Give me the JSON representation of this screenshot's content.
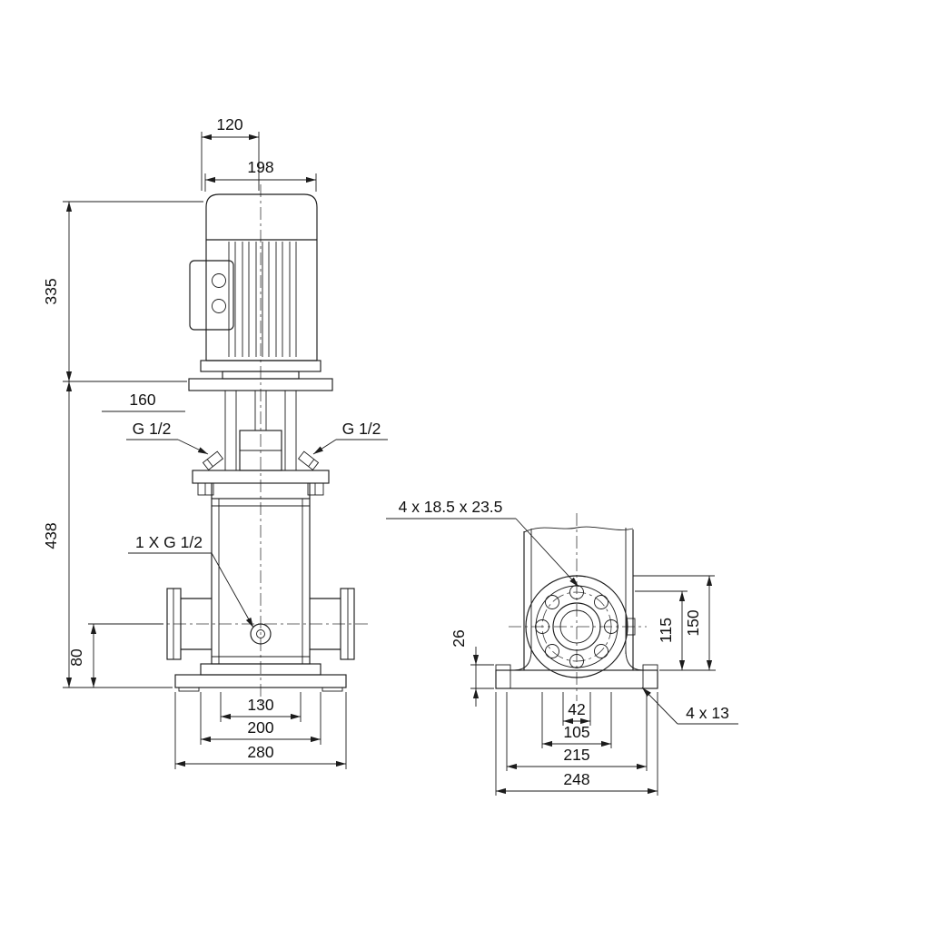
{
  "front_view": {
    "dim_fan_cover_width": "120",
    "dim_motor_width": "198",
    "dim_motor_height": "335",
    "dim_stool_height": "160",
    "dim_pump_height": "438",
    "port_left_label": "G 1/2",
    "port_right_label": "G 1/2",
    "drain_label": "1 X G 1/2",
    "dim_port_centerline_height": "80",
    "dim_base_inner_width": "130",
    "dim_base_mid_width": "200",
    "dim_base_outer_width": "280"
  },
  "side_view": {
    "flange_holes_label": "4 x 18.5 x 23.5",
    "dim_base_plate_thickness": "26",
    "dim_port_height_inner": "115",
    "dim_port_height_outer": "150",
    "dim_bore_width": "42",
    "dim_flange_width": "105",
    "dim_base_mid_length": "215",
    "dim_base_length": "248",
    "base_holes_label": "4 x 13"
  }
}
